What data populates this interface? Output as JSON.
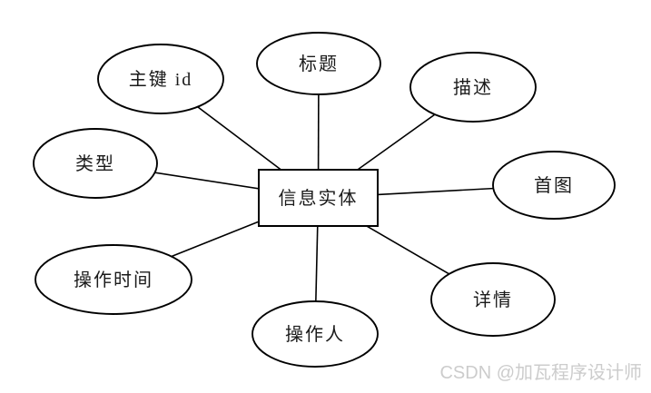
{
  "diagram": {
    "entity": {
      "label": "信息实体"
    },
    "attributes": [
      {
        "id": "primary-key",
        "label": "主键 id"
      },
      {
        "id": "title",
        "label": "标题"
      },
      {
        "id": "description",
        "label": "描述"
      },
      {
        "id": "cover-image",
        "label": "首图"
      },
      {
        "id": "detail",
        "label": "详情"
      },
      {
        "id": "operator",
        "label": "操作人"
      },
      {
        "id": "operation-time",
        "label": "操作时间"
      },
      {
        "id": "type",
        "label": "类型"
      }
    ]
  },
  "watermark": {
    "text": "CSDN @加瓦程序设计师"
  },
  "colors": {
    "stroke": "#000000",
    "shape_fill": "#ffffff",
    "background": "#ffffff",
    "watermark": "#cccccc"
  }
}
